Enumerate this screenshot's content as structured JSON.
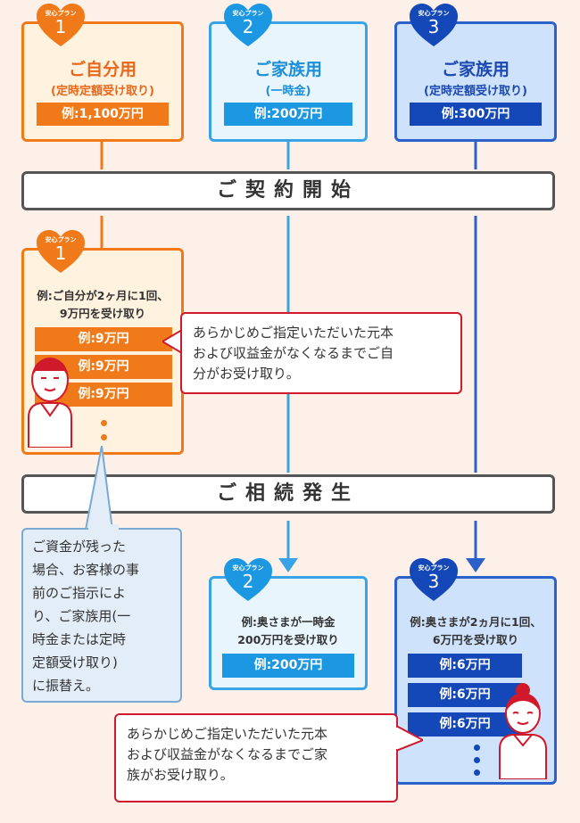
{
  "plans": [
    {
      "badge": "安心プラン",
      "number": "1",
      "title": "ご自分用",
      "subtitle": "(定時定額受け取り)",
      "example": "例:1,100万円"
    },
    {
      "badge": "安心プラン",
      "number": "2",
      "title": "ご家族用",
      "subtitle": "(一時金)",
      "example": "例:200万円"
    },
    {
      "badge": "安心プラン",
      "number": "3",
      "title": "ご家族用",
      "subtitle": "(定時定額受け取り)",
      "example": "例:300万円"
    }
  ],
  "contract_start": "ご契約開始",
  "inheritance": "ご相続発生",
  "mid_plan1": {
    "badge": "安心プラン",
    "number": "1",
    "desc_line1": "例:ご自分が2ヶ月に1回、",
    "desc_line2": "9万円を受け取り",
    "payments": [
      "例:9万円",
      "例:9万円",
      "例:9万円"
    ]
  },
  "callout1": {
    "line1": "あらかじめご指定いただいた元本",
    "line2": "および収益金がなくなるまでご自",
    "line3": "分がお受け取り。"
  },
  "transfer_note": {
    "line1": "ご資金が残った",
    "line2": "場合、お客様の事",
    "line3": "前のご指示によ",
    "line4": "り、ご家族用(一",
    "line5": "時金または定時",
    "line6": "定額受け取り)",
    "line7": "に振替え。"
  },
  "bottom_plan2": {
    "badge": "安心プラン",
    "number": "2",
    "desc_line1": "例:奥さまが一時金",
    "desc_line2": "200万円を受け取り",
    "example": "例:200万円"
  },
  "bottom_plan3": {
    "badge": "安心プラン",
    "number": "3",
    "desc_line1": "例:奥さまが2ヵ月に1回、",
    "desc_line2": "6万円を受け取り",
    "payments": [
      "例:6万円",
      "例:6万円",
      "例:6万円"
    ]
  },
  "callout2": {
    "line1": "あらかじめご指定いただいた元本",
    "line2": "および収益金がなくなるまでご家",
    "line3": "族がお受け取り。"
  },
  "colors": {
    "orange": "#f07a1a",
    "light_blue": "#1c98e2",
    "dark_blue": "#1448b8",
    "red": "#d0192b",
    "background": "#fdf0e8"
  }
}
